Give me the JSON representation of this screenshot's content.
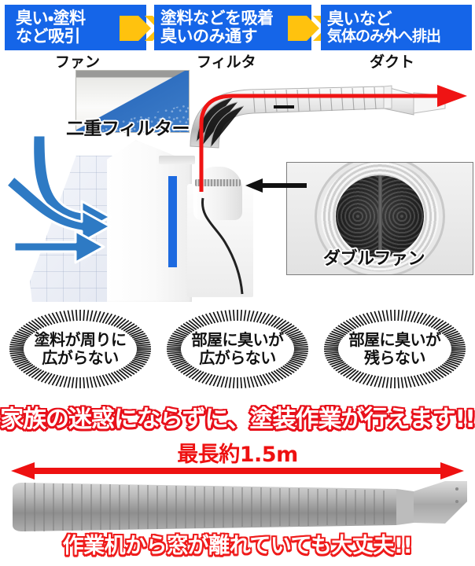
{
  "flow": {
    "steps": [
      {
        "line1": "臭い・塗料",
        "line2": "など吸引",
        "label": "ファン"
      },
      {
        "line1": "塗料などを吸着",
        "line2": "臭いのみ通す",
        "label": "フィルタ"
      },
      {
        "line1": "臭いなど",
        "line2": "気体のみ外へ排出",
        "label": "ダクト"
      }
    ],
    "box_color": "#1565E8",
    "arrow_color": "#FFC20E",
    "text_color": "#FFFFFF"
  },
  "callouts": {
    "filter": "二重フィルター",
    "fan": "ダブルファン"
  },
  "bursts": [
    {
      "line1": "塗料が周りに",
      "line2": "広がらない"
    },
    {
      "line1": "部屋に臭いが",
      "line2": "広がらない"
    },
    {
      "line1": "部屋に臭いが",
      "line2": "残らない"
    }
  ],
  "headline": "家族の迷惑にならずに、塗装作業が行えます!!",
  "measure": {
    "label": "最長約1.5m",
    "color": "#EE1111"
  },
  "bottom_headline": "作業机から窓が離れていても大丈夫!!",
  "colors": {
    "blue": "#1565E8",
    "yellow": "#FFC20E",
    "red": "#EE1111",
    "airflow_blue": "#2E7AC4",
    "indicator_blue": "#1D6AE0",
    "duct_gray": "#9A9A9A"
  }
}
